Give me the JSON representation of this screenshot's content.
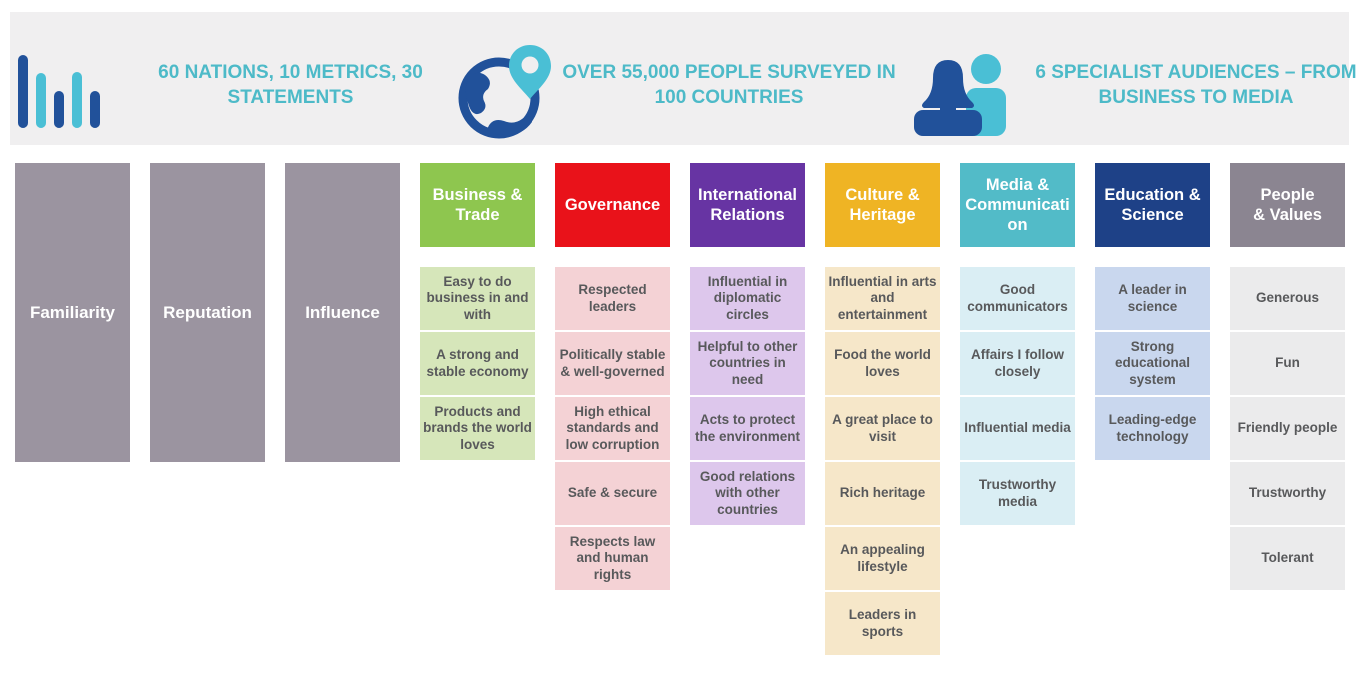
{
  "banner": {
    "background": "#f0eff0",
    "text_color": "#4dbac8",
    "stats": [
      {
        "icon": "bar-chart-icon",
        "text": "60 NATIONS, 10 METRICS, 30 STATEMENTS"
      },
      {
        "icon": "globe-pin-icon",
        "text": "OVER 55,000 PEOPLE SURVEYED IN 100 COUNTRIES"
      },
      {
        "icon": "audience-people-icon",
        "text": "6 SPECIALIST AUDIENCES – FROM BUSINESS TO MEDIA"
      }
    ]
  },
  "metrics": [
    {
      "label": "Familiarity"
    },
    {
      "label": "Reputation"
    },
    {
      "label": "Influence"
    }
  ],
  "metric_color": "#9b94a0",
  "categories": [
    {
      "label": "Business & Trade",
      "color": "#8ec64f",
      "item_color": "#d6e6ba",
      "items": [
        "Easy to do business in and with",
        "A strong and stable economy",
        "Products and brands the world loves"
      ]
    },
    {
      "label": "Governance",
      "color": "#e9121a",
      "item_color": "#f4d2d5",
      "items": [
        "Respected leaders",
        "Politically stable & well-governed",
        "High ethical standards and low corruption",
        "Safe & secure",
        "Respects law and human rights"
      ]
    },
    {
      "label": "International Relations",
      "color": "#6734a3",
      "item_color": "#ddc7ec",
      "items": [
        "Influential in diplomatic circles",
        "Helpful to other countries in need",
        "Acts to protect the environment",
        "Good relations with other countries"
      ]
    },
    {
      "label": "Culture & Heritage",
      "color": "#efb424",
      "item_color": "#f6e7c9",
      "items": [
        "Influential in arts and entertainment",
        "Food the world loves",
        "A great place to visit",
        "Rich heritage",
        "An appealing lifestyle",
        "Leaders in sports"
      ]
    },
    {
      "label": "Media & Communication",
      "color": "#52bbc8",
      "item_color": "#daeef4",
      "items": [
        "Good communicators",
        "Affairs I follow closely",
        "Influential media",
        "Trustworthy media"
      ]
    },
    {
      "label": "Education & Science",
      "color": "#1e4187",
      "item_color": "#c9d7ee",
      "items": [
        "A leader in science",
        "Strong educational system",
        "Leading-edge technology"
      ]
    },
    {
      "label": "People\n& Values",
      "color": "#8b8591",
      "item_color": "#ebebec",
      "items": [
        "Generous",
        "Fun",
        "Friendly people",
        "Trustworthy",
        "Tolerant"
      ]
    }
  ],
  "colors": {
    "statement_text": "#58595b",
    "header_text": "#ffffff",
    "icon_navy": "#21519a",
    "icon_teal": "#4abfd5"
  }
}
